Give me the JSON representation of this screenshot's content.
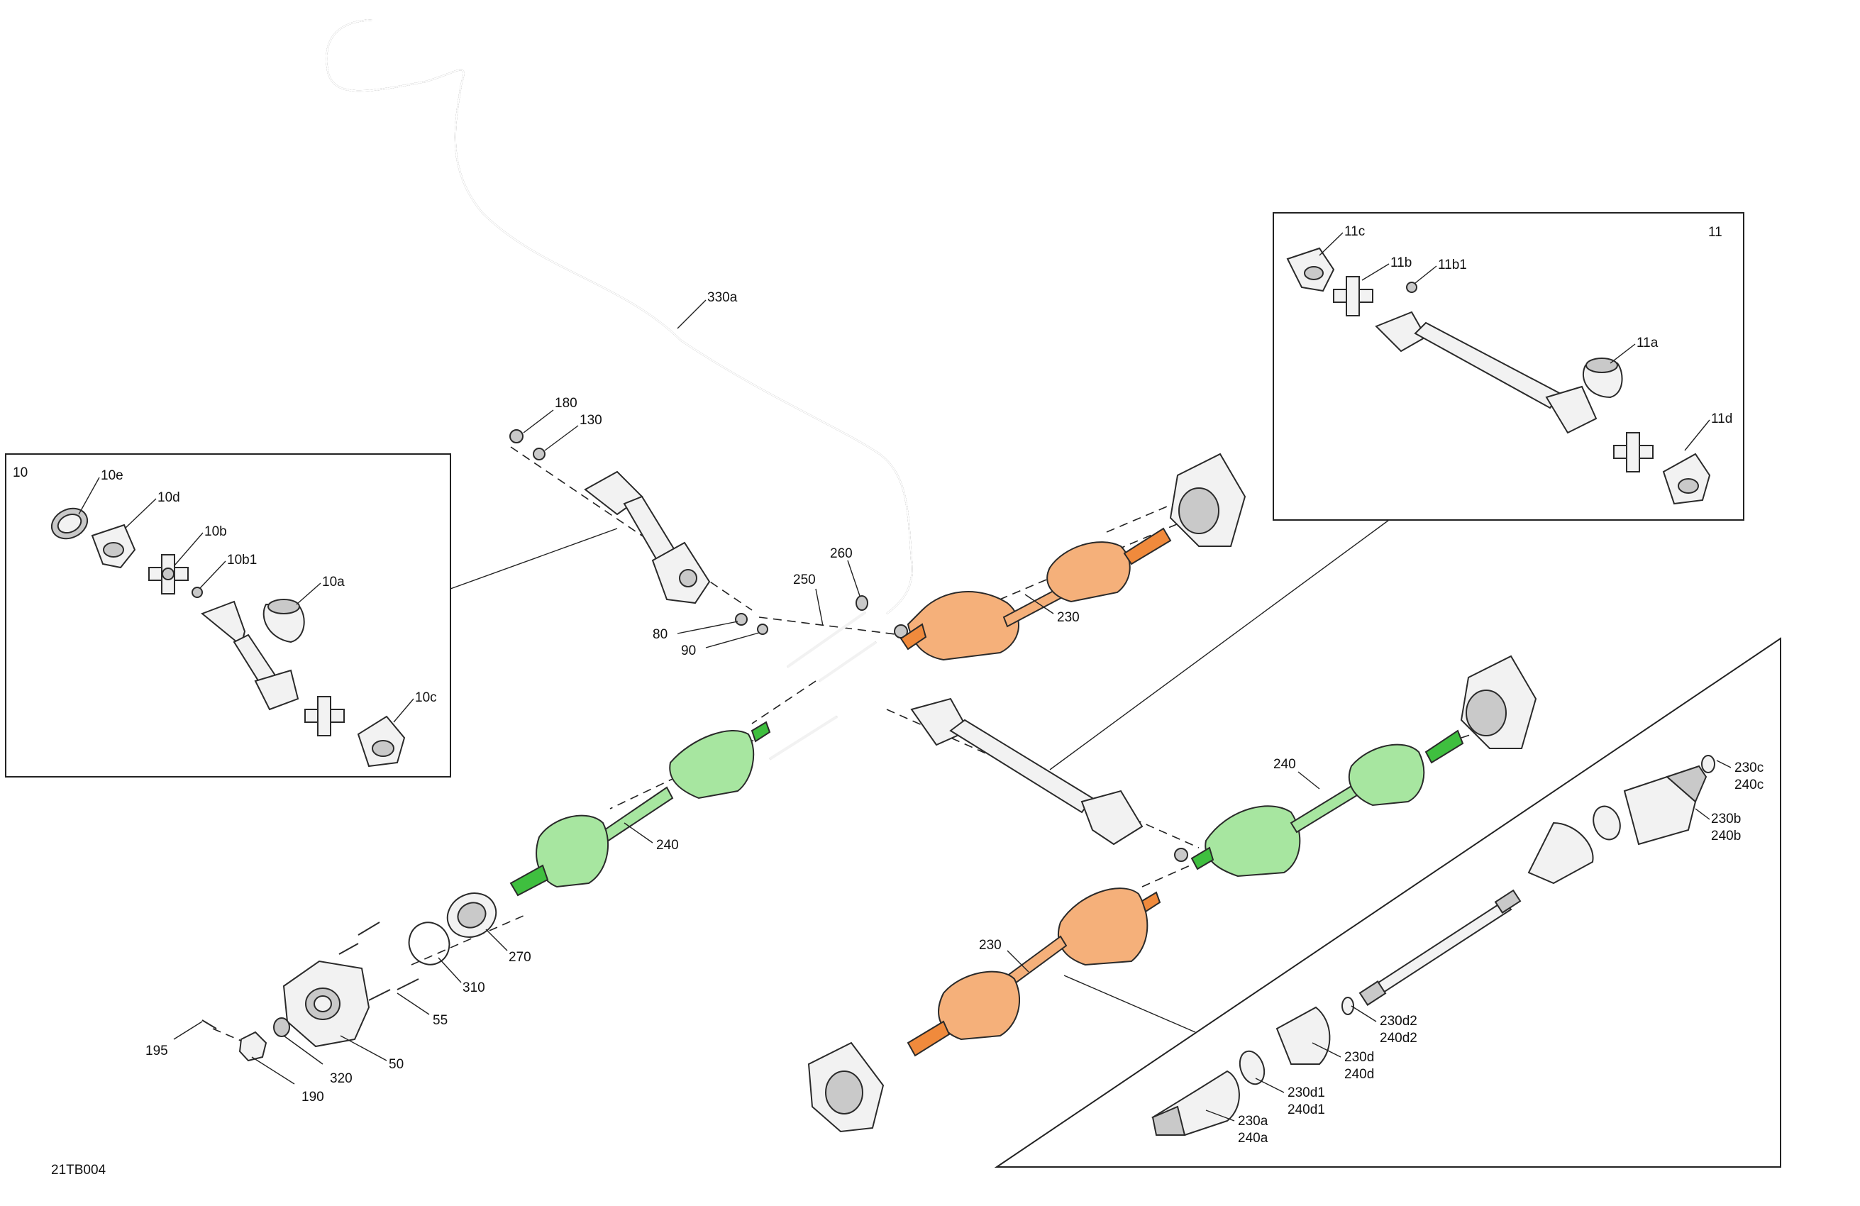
{
  "drawing_id": "21TB004",
  "colors": {
    "orange_axle": "#f08a3c",
    "green_axle": "#3fbf3f",
    "line": "#222222",
    "part_fill": "#f2f2f2",
    "part_shade": "#c9c9c9"
  },
  "callouts": {
    "c180": "180",
    "c130": "130",
    "c330a": "330a",
    "c260": "260",
    "c250": "250",
    "c80": "80",
    "c90": "90",
    "c230_top": "230",
    "c240_left": "240",
    "c240_right": "240",
    "c230_bottom": "230",
    "c270": "270",
    "c310": "310",
    "c55": "55",
    "c50": "50",
    "c320": "320",
    "c190": "190",
    "c195": "195"
  },
  "inset_10": {
    "title": "10",
    "labels": {
      "a": "10a",
      "b": "10b",
      "b1": "10b1",
      "c": "10c",
      "d": "10d",
      "e": "10e"
    }
  },
  "inset_11": {
    "title": "11",
    "labels": {
      "a": "11a",
      "b": "11b",
      "b1": "11b1",
      "c": "11c",
      "d": "11d"
    }
  },
  "inset_cv": {
    "labels": {
      "a1": "230a",
      "a2": "240a",
      "b1": "230b",
      "b2": "240b",
      "c1": "230c",
      "c2": "240c",
      "d1_1": "230d1",
      "d1_2": "240d1",
      "d_1": "230d",
      "d_2": "240d",
      "d2_1": "230d2",
      "d2_2": "240d2"
    }
  }
}
